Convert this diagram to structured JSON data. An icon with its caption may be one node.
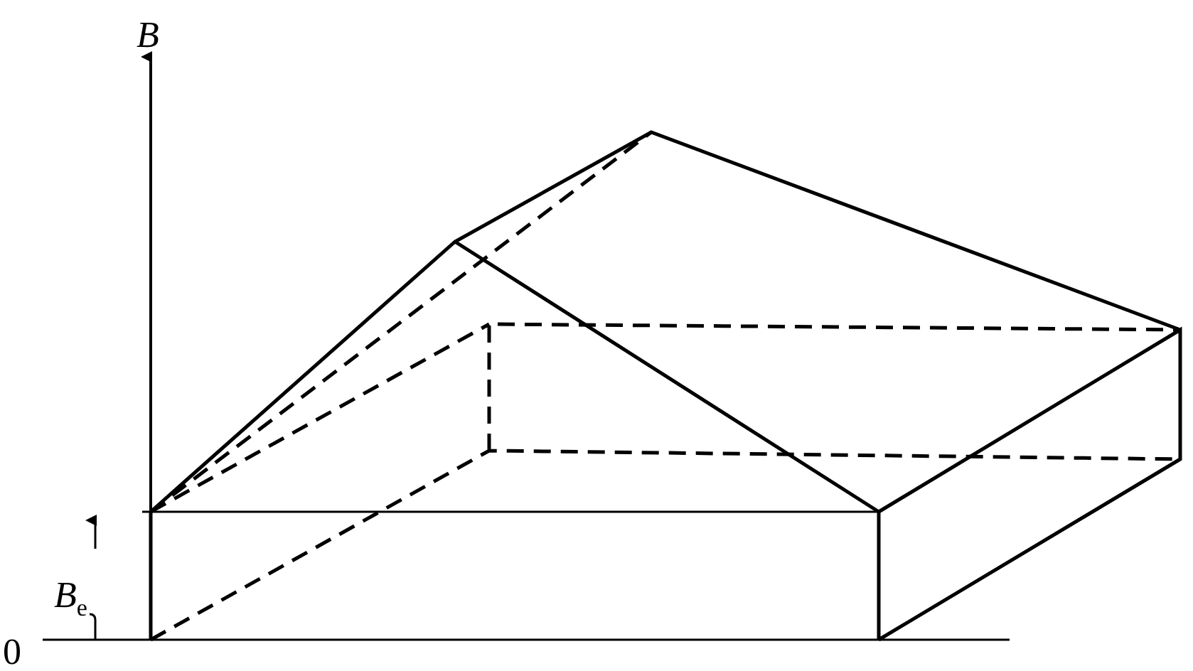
{
  "diagram": {
    "labels": [
      "B",
      "B$_{e}$",
      "0"
    ]
  }
}
